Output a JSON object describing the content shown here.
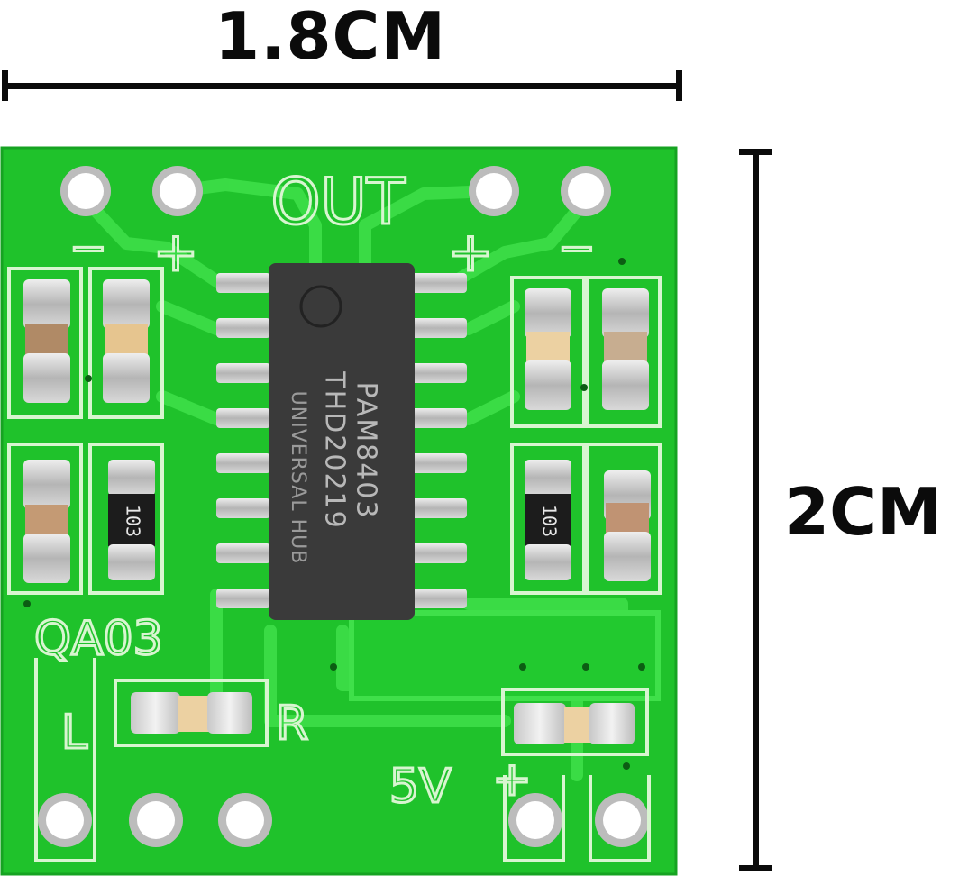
{
  "dimensions": {
    "width_label": "1.8CM",
    "height_label": "2CM"
  },
  "board": {
    "label_out": "OUT",
    "label_plus": "+",
    "label_minus": "−",
    "label_board_id": "QA03",
    "label_left": "L",
    "label_right": "R",
    "label_power": "5V",
    "chip_line1": "PAM8403",
    "chip_line2": "THD20219",
    "chip_line3": "UNIVERSAL HUB",
    "resistor_code": "103"
  },
  "colors": {
    "board_green": "#1fc22b",
    "silkscreen": "#d8f5d0",
    "chip_body": "#3a3a3a",
    "pad_silver": "#c9c9c9"
  }
}
